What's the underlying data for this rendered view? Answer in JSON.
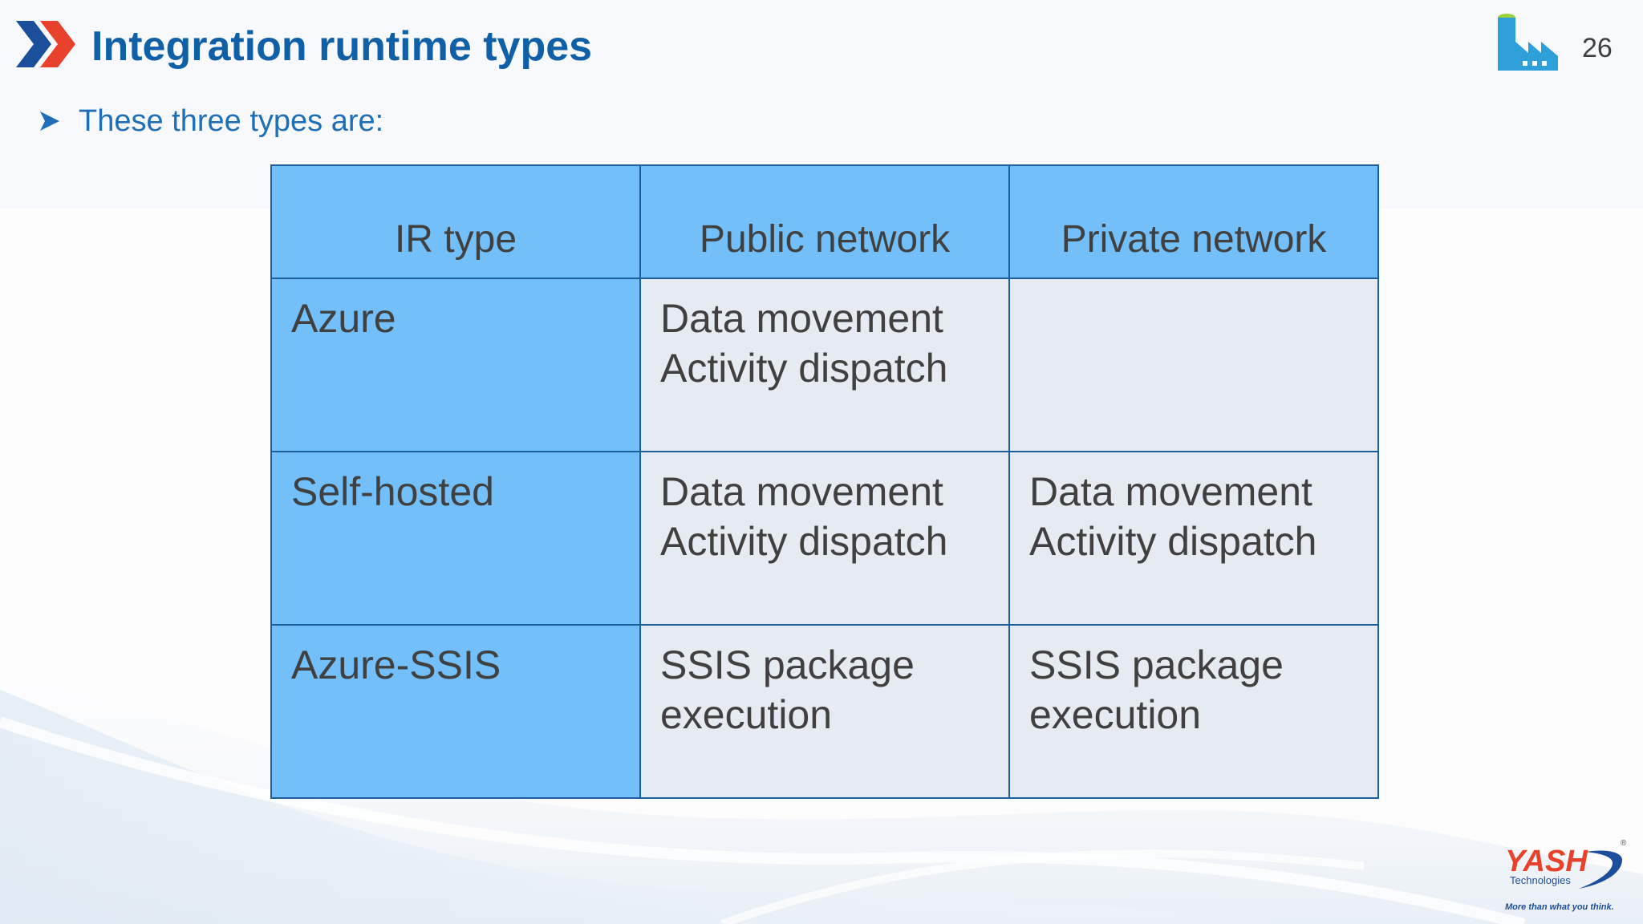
{
  "title": "Integration runtime types",
  "page_number": "26",
  "bullet": "These three types are:",
  "table": {
    "headers": [
      "IR type",
      "Public network",
      "Private network"
    ],
    "rows": [
      {
        "type": "Azure",
        "public": [
          "Data movement",
          "Activity dispatch"
        ],
        "private": [
          "",
          ""
        ]
      },
      {
        "type": "Self-hosted",
        "public": [
          "Data movement",
          "Activity dispatch"
        ],
        "private": [
          "Data movement",
          "Activity dispatch"
        ]
      },
      {
        "type": "Azure-SSIS",
        "public": [
          "SSIS package",
          "execution"
        ],
        "private": [
          "SSIS package",
          "execution"
        ]
      }
    ]
  },
  "logo": {
    "brand": "YASH",
    "sub": "Technologies",
    "tagline": "More than what you think.",
    "reg": "®"
  },
  "colors": {
    "title": "#1060a8",
    "header_fill": "#73bff9",
    "cell_fill": "#e6eaf1",
    "border": "#1d5f9e",
    "chevron_blue": "#1b4f9c",
    "chevron_red": "#e8412c"
  },
  "icons": [
    "chevron-logo-icon",
    "factory-icon",
    "arrow-bullet-icon",
    "yash-logo"
  ]
}
